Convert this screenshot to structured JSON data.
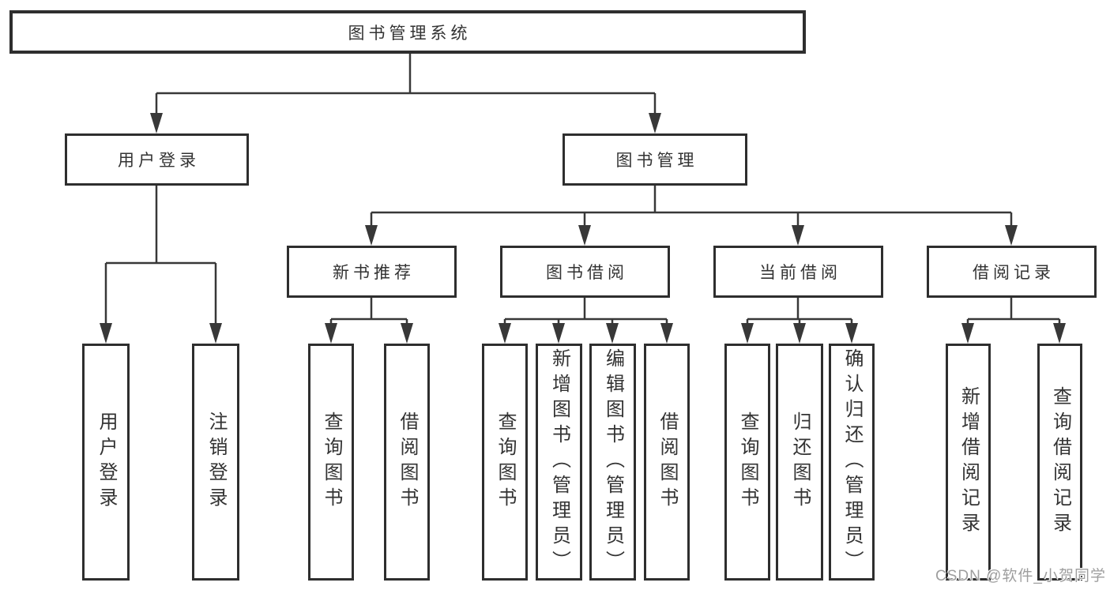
{
  "diagram": {
    "root": {
      "label": "图书管理系统"
    },
    "branches": [
      {
        "label": "用户登录",
        "children": [
          "用户登录",
          "注销登录"
        ]
      },
      {
        "label": "图书管理",
        "groups": [
          {
            "label": "新书推荐",
            "children": [
              "查询图书",
              "借阅图书"
            ]
          },
          {
            "label": "图书借阅",
            "children": [
              "查询图书",
              "新增图书（管理员）",
              "编辑图书（管理员）",
              "借阅图书"
            ]
          },
          {
            "label": "当前借阅",
            "children": [
              "查询图书",
              "归还图书",
              "确认归还（管理员）"
            ]
          },
          {
            "label": "借阅记录",
            "children": [
              "新增借阅记录",
              "查询借阅记录"
            ]
          }
        ]
      }
    ],
    "watermark": "CSDN @软件_小贺同学",
    "colors": {
      "line": "#383838",
      "box_border": "#2e2e2e",
      "text": "#333333",
      "watermark": "#9e9e9e",
      "background": "#ffffff"
    }
  }
}
